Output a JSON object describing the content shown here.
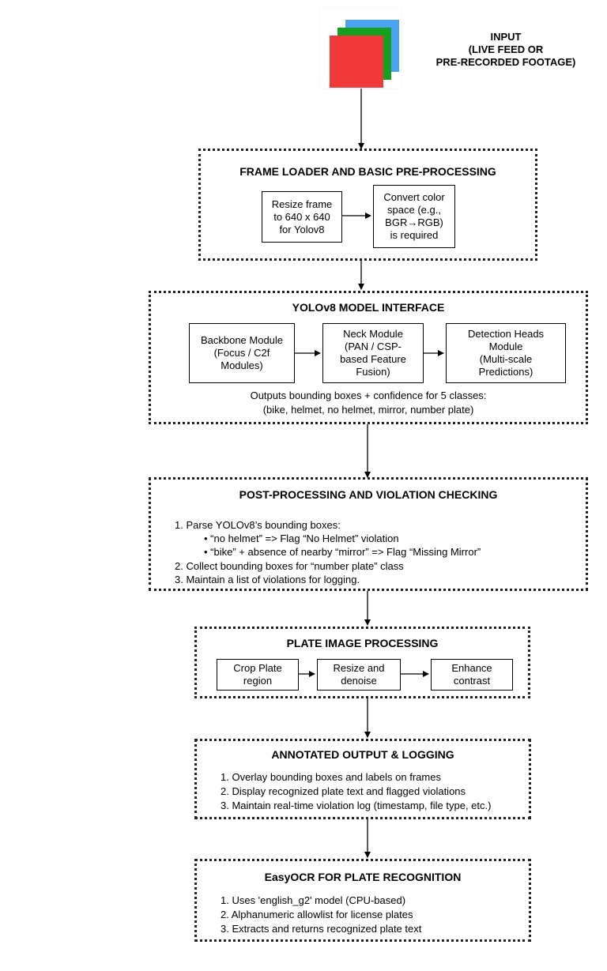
{
  "input": {
    "label": "INPUT\n(LIVE FEED OR\nPRE-RECORDED FOOTAGE)",
    "icon": "stacked-frames-icon",
    "colors": {
      "back": "#4aa3f0",
      "middle": "#14a01e",
      "front": "#f03a3a"
    }
  },
  "frame_loader": {
    "title": "FRAME LOADER AND BASIC PRE-PROCESSING",
    "steps": [
      "Resize frame\nto 640 x 640\nfor Yolov8",
      "Convert color\nspace (e.g.,\nBGR→RGB)\nis required"
    ]
  },
  "yolo": {
    "title": "YOLOv8 MODEL INTERFACE",
    "modules": [
      "Backbone Module\n(Focus / C2f\nModules)",
      "Neck Module\n(PAN / CSP-\nbased Feature\nFusion)",
      "Detection Heads\nModule\n(Multi-scale\nPredictions)"
    ],
    "output_line1": "Outputs bounding boxes + confidence for 5 classes:",
    "output_line2": "(bike, helmet, no helmet, mirror, number plate)"
  },
  "post_processing": {
    "title": "POST-PROCESSING AND VIOLATION CHECKING",
    "lines": [
      "1. Parse YOLOv8’s bounding boxes:",
      "• “no helmet” => Flag “No Helmet” violation",
      "• “bike” + absence of nearby “mirror” => Flag “Missing Mirror”",
      "2. Collect bounding boxes for “number plate” class",
      "3. Maintain a list of violations for logging."
    ]
  },
  "plate_processing": {
    "title": "PLATE IMAGE PROCESSING",
    "steps": [
      "Crop Plate\nregion",
      "Resize and\ndenoise",
      "Enhance\ncontrast"
    ]
  },
  "annotated_output": {
    "title": "ANNOTATED OUTPUT & LOGGING",
    "lines": [
      "1. Overlay bounding boxes and labels on frames",
      "2. Display recognized plate text and flagged violations",
      "3. Maintain real-time violation log (timestamp, file type, etc.)"
    ]
  },
  "easyocr": {
    "title": "EasyOCR FOR PLATE RECOGNITION",
    "lines": [
      "1. Uses 'english_g2' model (CPU-based)",
      "2. Alphanumeric allowlist for license plates",
      "3. Extracts and returns recognized plate text"
    ]
  }
}
